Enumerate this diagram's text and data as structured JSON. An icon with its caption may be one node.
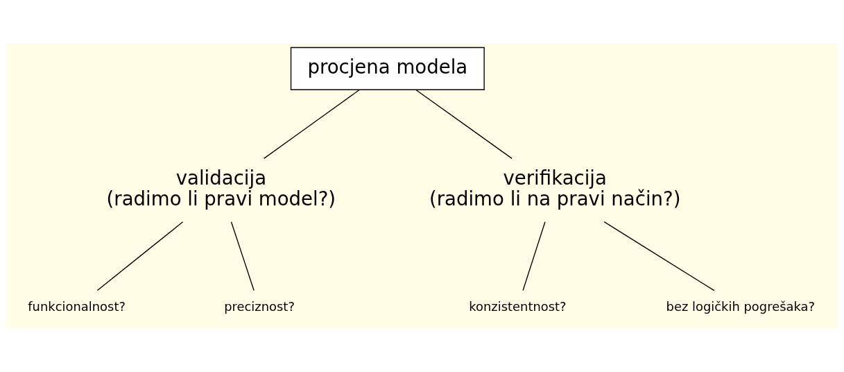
{
  "diagram": {
    "nodes": [
      {
        "text": [
          "procjena modela"
        ]
      },
      {
        "text": [
          "validacija",
          "(radimo li pravi model?)"
        ]
      },
      {
        "text": [
          "verifikacija",
          "(radimo li na pravi način?)"
        ]
      },
      {
        "text": [
          "funkcionalnost?"
        ]
      },
      {
        "text": [
          "preciznost?"
        ]
      },
      {
        "text": [
          "konzistentnost?"
        ]
      },
      {
        "text": [
          "bez logičkih pogrešaka?"
        ]
      }
    ],
    "edges": [
      {
        "from": 0,
        "to": 1,
        "arrow": "none"
      },
      {
        "from": 0,
        "to": 2,
        "arrow": "none"
      },
      {
        "from": 1,
        "to": 3,
        "arrow": "none"
      },
      {
        "from": 1,
        "to": 4,
        "arrow": "none"
      },
      {
        "from": 2,
        "to": 5,
        "arrow": "none"
      },
      {
        "from": 2,
        "to": 6,
        "arrow": "none"
      }
    ]
  }
}
